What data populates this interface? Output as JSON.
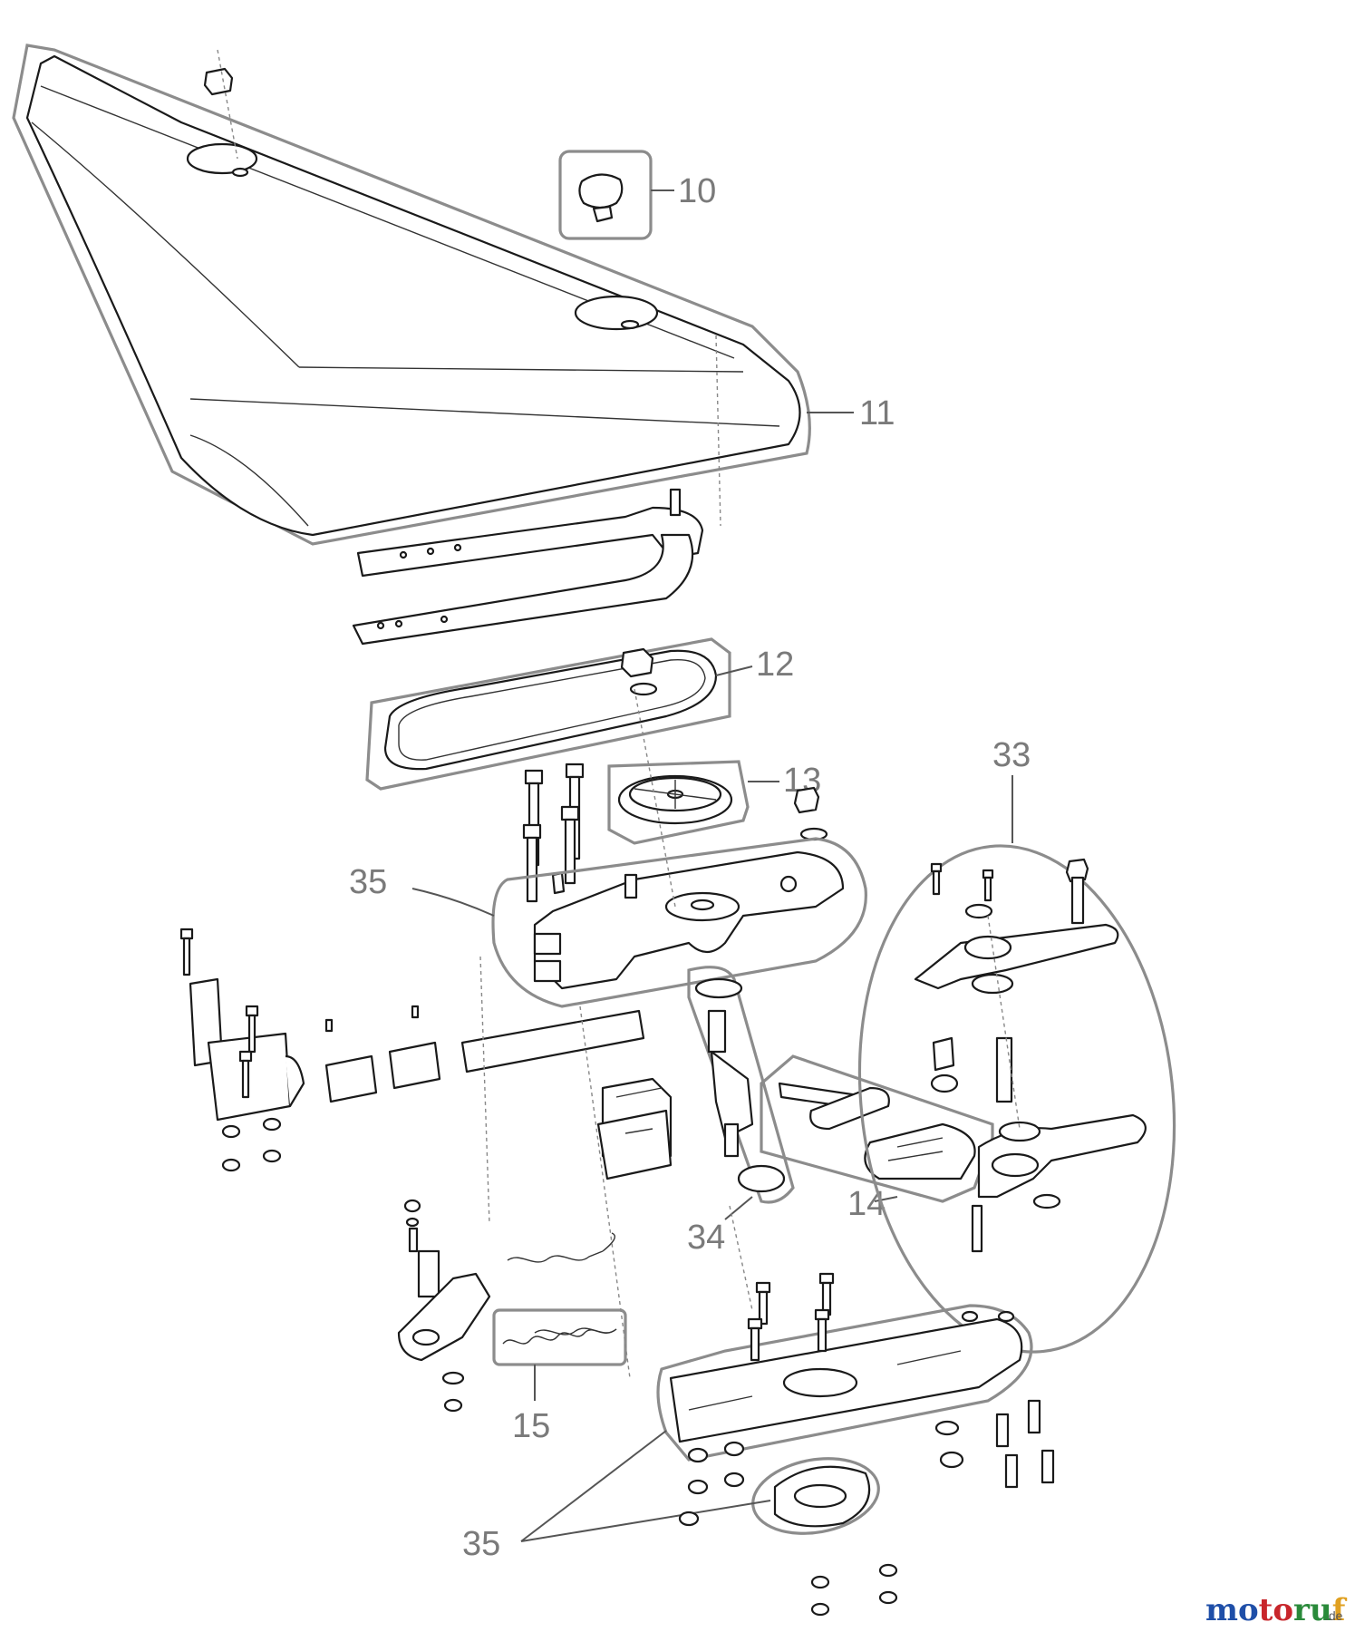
{
  "callouts": {
    "c10": "10",
    "c11": "11",
    "c12": "12",
    "c13": "13",
    "c14": "14",
    "c15": "15",
    "c33": "33",
    "c34": "34",
    "c35_top": "35",
    "c35_bottom": "35"
  },
  "watermark": {
    "text_main": "motoruf",
    "text_tld": ".de",
    "colors": [
      "#1f4fa8",
      "#c8262b",
      "#2a8a3a",
      "#e0a020"
    ]
  },
  "colors": {
    "line": "#1a1a1a",
    "group_outline": "#8c8c8c",
    "callout_text": "#7a7a7a"
  }
}
